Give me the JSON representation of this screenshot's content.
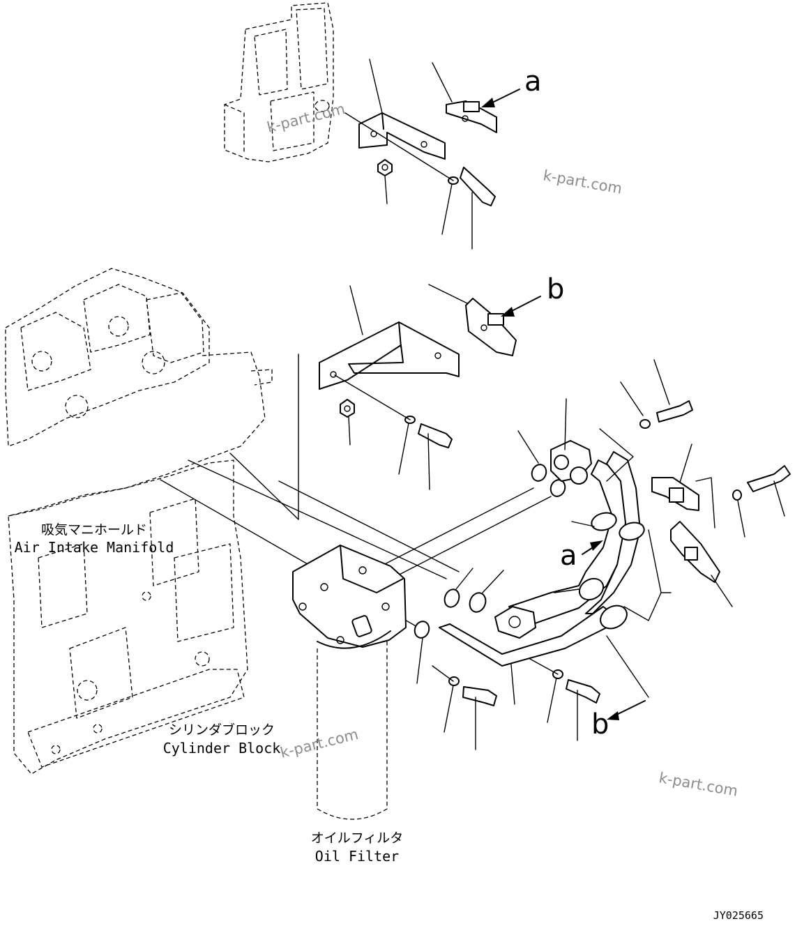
{
  "labels": {
    "air_intake_manifold_jp": "吸気マニホールド",
    "air_intake_manifold_en": "Air Intake Manifold",
    "cylinder_block_jp": "シリンダブロック",
    "cylinder_block_en": "Cylinder Block",
    "oil_filter_jp": "オイルフィルタ",
    "oil_filter_en": "Oil Filter"
  },
  "reference_letters": {
    "a_top": "a",
    "b_top": "b",
    "a_pipe": "a",
    "b_pipe": "b"
  },
  "watermark": "k-part.com",
  "drawing_number": "JY025665"
}
